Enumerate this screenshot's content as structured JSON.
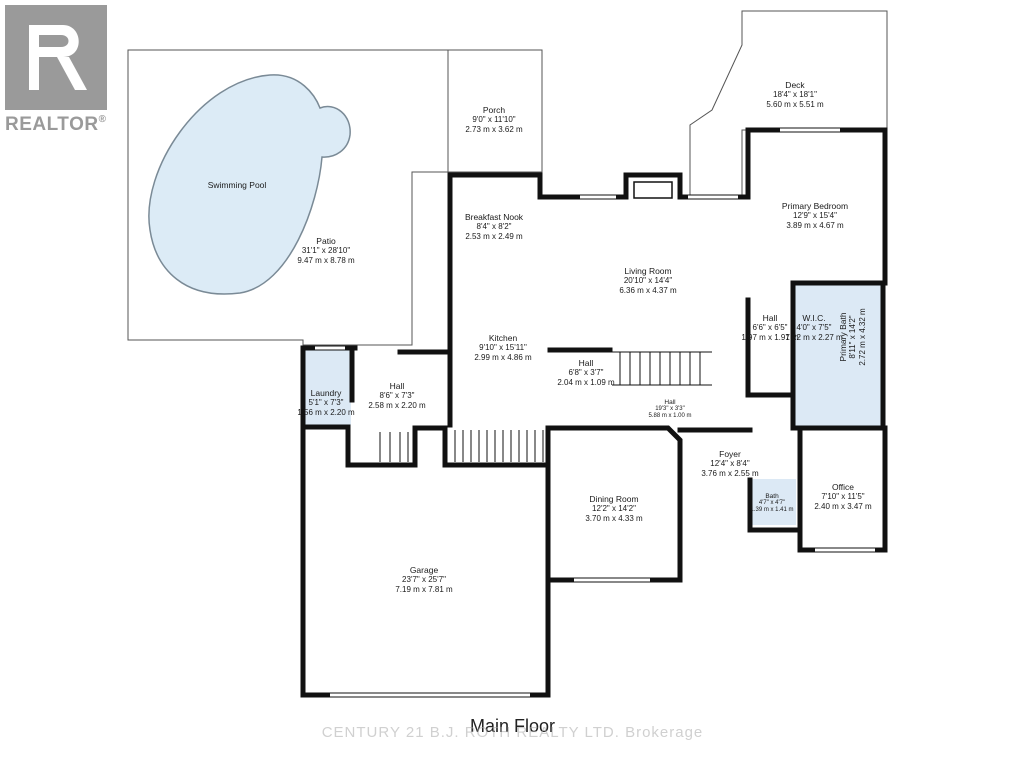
{
  "logo": {
    "text": "REALTOR",
    "mark": "®"
  },
  "floor_title": "Main Floor",
  "watermark": "CENTURY 21 B.J. ROTH REALTY LTD. Brokerage",
  "rooms": {
    "deck": {
      "name": "Deck",
      "dim_imperial": "18'4\" x 18'1\"",
      "dim_metric": "5.60 m x 5.51 m"
    },
    "porch": {
      "name": "Porch",
      "dim_imperial": "9'0\" x 11'10\"",
      "dim_metric": "2.73 m x 3.62 m"
    },
    "pool": {
      "name": "Swimming Pool"
    },
    "patio": {
      "name": "Patio",
      "dim_imperial": "31'1\" x 28'10\"",
      "dim_metric": "9.47 m x 8.78 m"
    },
    "breakfast": {
      "name": "Breakfast Nook",
      "dim_imperial": "8'4\" x 8'2\"",
      "dim_metric": "2.53 m x 2.49 m"
    },
    "living": {
      "name": "Living Room",
      "dim_imperial": "20'10\" x 14'4\"",
      "dim_metric": "6.36 m x 4.37 m"
    },
    "primary_bedroom": {
      "name": "Primary Bedroom",
      "dim_imperial": "12'9\" x 15'4\"",
      "dim_metric": "3.89 m x 4.67 m"
    },
    "hall_east": {
      "name": "Hall",
      "dim_imperial": "6'6\" x 6'5\"",
      "dim_metric": "1.97 m x 1.97 m"
    },
    "wic": {
      "name": "W.I.C.",
      "dim_imperial": "4'0\" x 7'5\"",
      "dim_metric": "1.22 m x 2.27 m"
    },
    "primary_bath": {
      "name": "Primary Bath",
      "dim_imperial": "8'11\" x 14'2\"",
      "dim_metric": "2.72 m x 4.32 m"
    },
    "kitchen": {
      "name": "Kitchen",
      "dim_imperial": "9'10\" x 15'11\"",
      "dim_metric": "2.99 m x 4.86 m"
    },
    "hall_center": {
      "name": "Hall",
      "dim_imperial": "6'8\" x 3'7\"",
      "dim_metric": "2.04 m x 1.09 m"
    },
    "hall_long": {
      "name": "Hall",
      "dim_imperial": "19'3\" x 3'3\"",
      "dim_metric": "5.88 m x 1.00 m"
    },
    "laundry": {
      "name": "Laundry",
      "dim_imperial": "5'1\" x 7'3\"",
      "dim_metric": "1.56 m x 2.20 m"
    },
    "hall_west": {
      "name": "Hall",
      "dim_imperial": "8'6\" x 7'3\"",
      "dim_metric": "2.58 m x 2.20 m"
    },
    "foyer": {
      "name": "Foyer",
      "dim_imperial": "12'4\" x 8'4\"",
      "dim_metric": "3.76 m x 2.55 m"
    },
    "office": {
      "name": "Office",
      "dim_imperial": "7'10\" x 11'5\"",
      "dim_metric": "2.40 m x 3.47 m"
    },
    "bath": {
      "name": "Bath",
      "dim_imperial": "4'7\" x 4'7\"",
      "dim_metric": "1.39 m x 1.41 m"
    },
    "dining": {
      "name": "Dining Room",
      "dim_imperial": "12'2\" x 14'2\"",
      "dim_metric": "3.70 m x 4.33 m"
    },
    "garage": {
      "name": "Garage",
      "dim_imperial": "23'7\" x 25'7\"",
      "dim_metric": "7.19 m x 7.81 m"
    }
  },
  "colors": {
    "wall": "#111111",
    "outdoor_line": "#555555",
    "water": "#dcebf6",
    "highlight": "#dce9f5"
  }
}
